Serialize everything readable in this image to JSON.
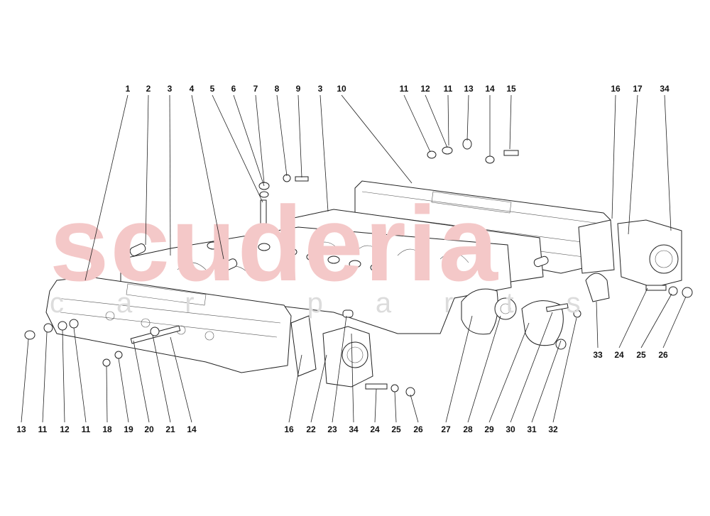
{
  "watermark": {
    "brand": "scuderia",
    "subtitle": "car parts"
  },
  "diagram": {
    "top_labels": [
      "1",
      "2",
      "3",
      "4",
      "5",
      "6",
      "7",
      "8",
      "9",
      "3",
      "10",
      "11",
      "12",
      "11",
      "13",
      "14",
      "15",
      "16",
      "17",
      "34"
    ],
    "bottom_labels": [
      "13",
      "11",
      "12",
      "11",
      "18",
      "19",
      "20",
      "21",
      "14",
      "16",
      "22",
      "23",
      "34",
      "24",
      "25",
      "26",
      "27",
      "28",
      "29",
      "30",
      "31",
      "32"
    ],
    "right_labels": [
      "33",
      "24",
      "25",
      "26"
    ]
  }
}
